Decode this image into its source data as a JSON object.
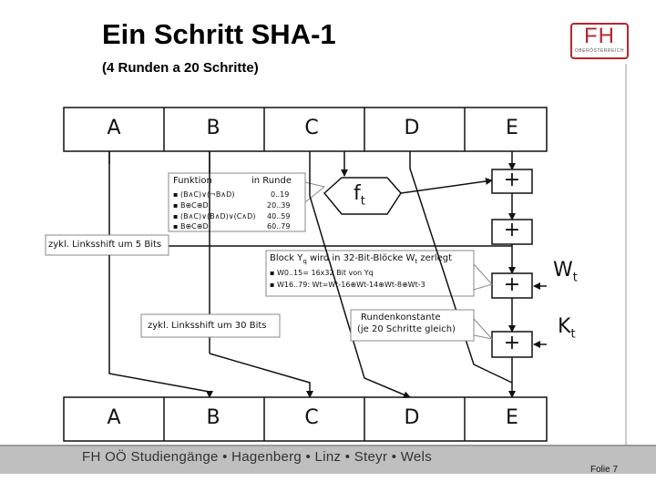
{
  "title": "Ein Schritt SHA-1",
  "subtitle": "(4 Runden a 20 Schritte)",
  "logo": {
    "text": "FH",
    "sub": "OBERÖSTERREICH"
  },
  "registers_top": [
    "A",
    "B",
    "C",
    "D",
    "E"
  ],
  "registers_bottom": [
    "A",
    "B",
    "C",
    "D",
    "E"
  ],
  "function_box": {
    "header_left": "Funktion",
    "header_right": "in Runde",
    "rows": [
      {
        "formula": "▪ (B∧C)∨(¬B∧D)",
        "range": "0..19"
      },
      {
        "formula": "▪ B⊕C⊕D",
        "range": "20..39"
      },
      {
        "formula": "▪ (B∧C)∨(B∧D)∨(C∧D)",
        "range": "40..59"
      },
      {
        "formula": "▪ B⊕C⊕D",
        "range": "60..79"
      }
    ]
  },
  "ft": {
    "base": "f",
    "sub": "t"
  },
  "shift5": "zykl. Linksshift um 5 Bits",
  "block_box": {
    "title_pre": "Block Y",
    "title_q": "q",
    "title_post": " wird in 32-Bit-Blöcke W",
    "title_t": "t",
    "title_end": " zerlegt",
    "line1": "▪ W0..15= 16x32 Bit von Yq",
    "line2": "▪ W16..79: Wt=Wt-16⊕Wt-14⊕Wt-8⊕Wt-3"
  },
  "shift30": "zykl. Linksshift um 30 Bits",
  "constant_box": {
    "line1": "Rundenkonstante",
    "line2": "(je 20 Schritte gleich)"
  },
  "plus_symbol": "+",
  "wt": {
    "base": "W",
    "sub": "t"
  },
  "kt": {
    "base": "K",
    "sub": "t"
  },
  "footer": "FH OÖ Studiengänge  • Hagenberg  • Linz  • Steyr  • Wels",
  "slide_number": "Folie 7",
  "colors": {
    "line": "#111111",
    "footer_bg": "#bfbfbf",
    "accent": "#b5272d"
  }
}
